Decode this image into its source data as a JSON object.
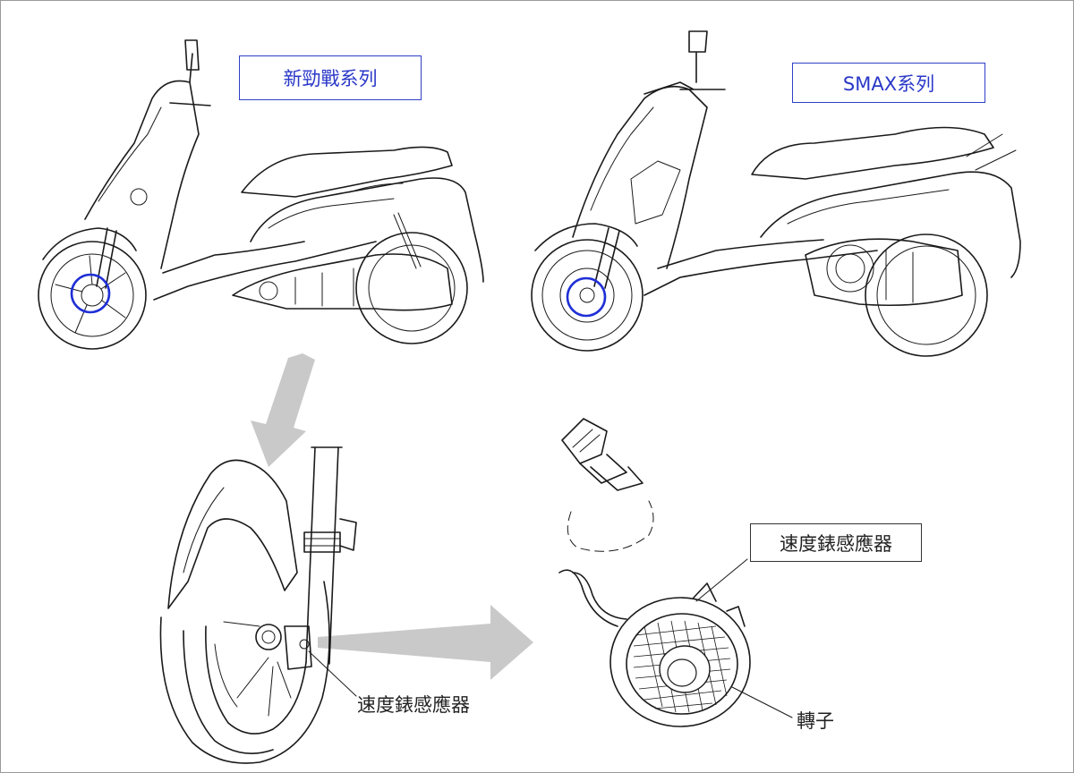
{
  "labels": {
    "model_left": "新勁戰系列",
    "model_right": "SMAX系列",
    "sensor_left": "速度錶感應器",
    "sensor_right": "速度錶感應器",
    "rotor": "轉子"
  },
  "colors": {
    "highlight_circle": "#1f2fd6",
    "arrow_fill": "#c9c9c9",
    "line": "#1a1a1a",
    "label_blue": "#2a38c8"
  }
}
